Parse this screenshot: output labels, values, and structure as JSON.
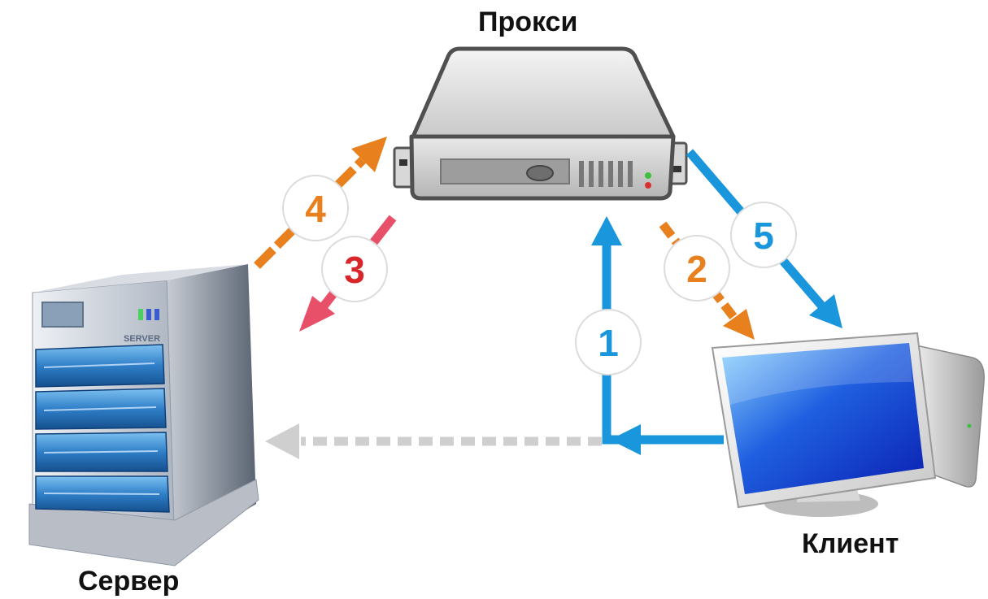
{
  "nodes": {
    "proxy": {
      "label": "Прокси"
    },
    "server": {
      "label": "Сервер",
      "brand": "SERVER"
    },
    "client": {
      "label": "Клиент"
    }
  },
  "steps": [
    {
      "number": "1",
      "from": "client",
      "to": "proxy",
      "color": "#1a96dc"
    },
    {
      "number": "2",
      "from": "proxy",
      "to": "client",
      "color": "#e8801e"
    },
    {
      "number": "3",
      "from": "proxy",
      "to": "server",
      "color": "#e8506a"
    },
    {
      "number": "4",
      "from": "server",
      "to": "proxy",
      "color": "#e8801e"
    },
    {
      "number": "5",
      "from": "proxy",
      "to": "client",
      "color": "#1a96dc"
    }
  ],
  "direct_path": {
    "from": "client",
    "to": "server",
    "style": "dashed",
    "color": "#cfcfcf"
  },
  "colors": {
    "blue": "#1a96dc",
    "orange": "#e8801e",
    "red": "#d8262a",
    "pink": "#e8506a",
    "gray": "#cfcfcf"
  }
}
